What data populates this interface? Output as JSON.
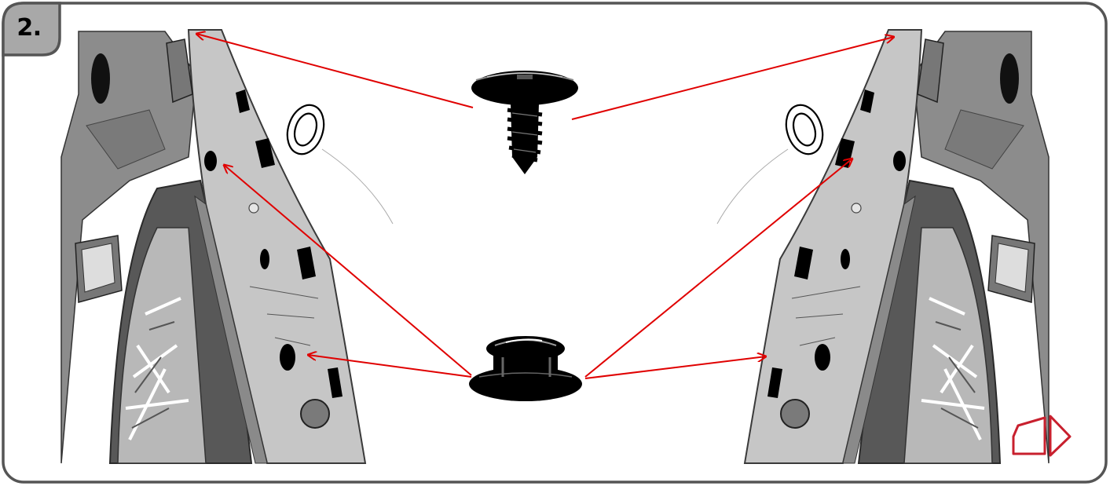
{
  "step": {
    "number": "2."
  },
  "colors": {
    "frame_border": "#555555",
    "tab_fill": "#a8a8a8",
    "arrow": "#e00000",
    "nav_icon": "#c8202e",
    "panel_light": "#c4c4c4",
    "panel_mid": "#8a8a8a",
    "tire_dark": "#555555",
    "fastener": "#000000"
  },
  "illustration": {
    "left_side": "left-wheel-arch-liner",
    "right_side": "right-wheel-arch-liner",
    "top_fastener": "screw-icon",
    "bottom_fastener": "push-clip-icon"
  },
  "navigation": {
    "icon": "wedge-arrow-icon"
  }
}
